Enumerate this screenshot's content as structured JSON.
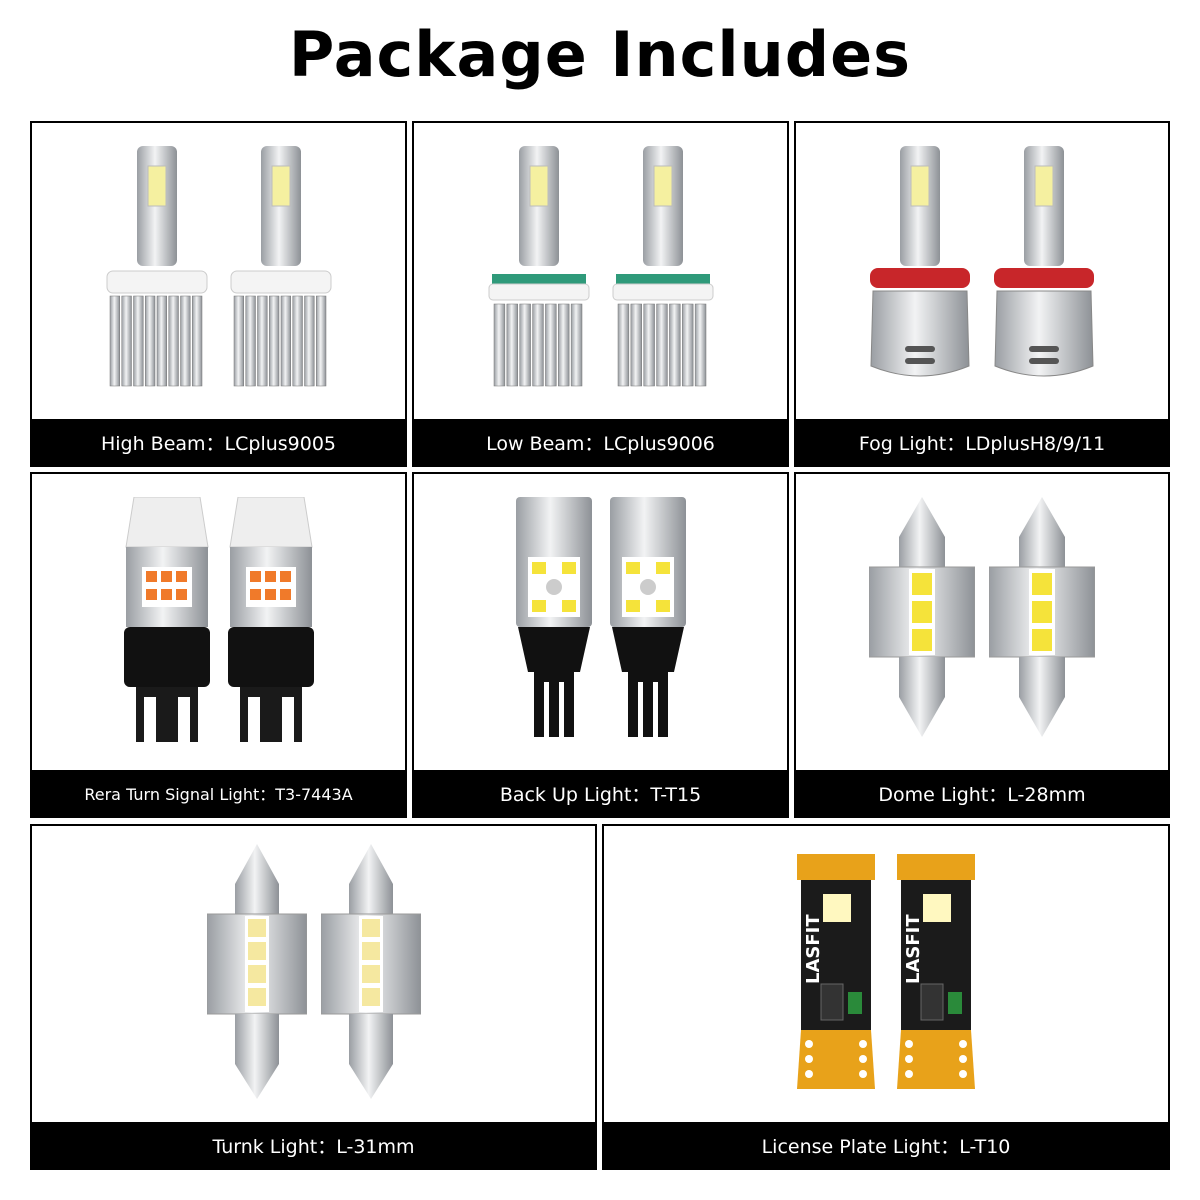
{
  "title": "Package Includes",
  "products": [
    {
      "caption": "High Beam：LCplus9005",
      "type": "headlight-9005"
    },
    {
      "caption": "Low Beam：LCplus9006",
      "type": "headlight-9006"
    },
    {
      "caption": "Fog Light：LDplusH8/9/11",
      "type": "fog-h11"
    },
    {
      "caption": "Rera Turn Signal Light：T3-7443A",
      "type": "turn-7443"
    },
    {
      "caption": "Back Up Light：T-T15",
      "type": "backup-t15"
    },
    {
      "caption": "Dome Light：L-28mm",
      "type": "festoon-3smd"
    },
    {
      "caption": "Turnk Light：L-31mm",
      "type": "festoon-4smd"
    },
    {
      "caption": "License Plate Light：L-T10",
      "type": "t10-pcb"
    }
  ],
  "logo_text": "LASFIT",
  "colors": {
    "caption_bg": "#000000",
    "caption_text": "#ffffff",
    "border": "#000000",
    "pcb": "#e8a21a",
    "amber_led": "#f07a2a",
    "fog_ring": "#c8262a"
  }
}
